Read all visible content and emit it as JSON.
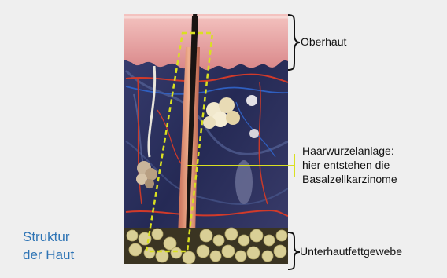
{
  "diagram": {
    "caption": {
      "line1": "Struktur",
      "line2": "der Haut"
    },
    "labels": {
      "oberhaut": "Oberhaut",
      "haarwurzel_line1": "Haarwurzelanlage:",
      "haarwurzel_line2": "hier entstehen die",
      "haarwurzel_line3": "Basalzellkarzinome",
      "unterhaut": "Unterhautfettgewebe"
    },
    "colors": {
      "background": "#efefef",
      "caption": "#2e74b5",
      "highlight": "#d9e021",
      "epidermis": "#e8a1a3",
      "dermis": "#2b3160",
      "fat": "#d9cf96"
    }
  }
}
